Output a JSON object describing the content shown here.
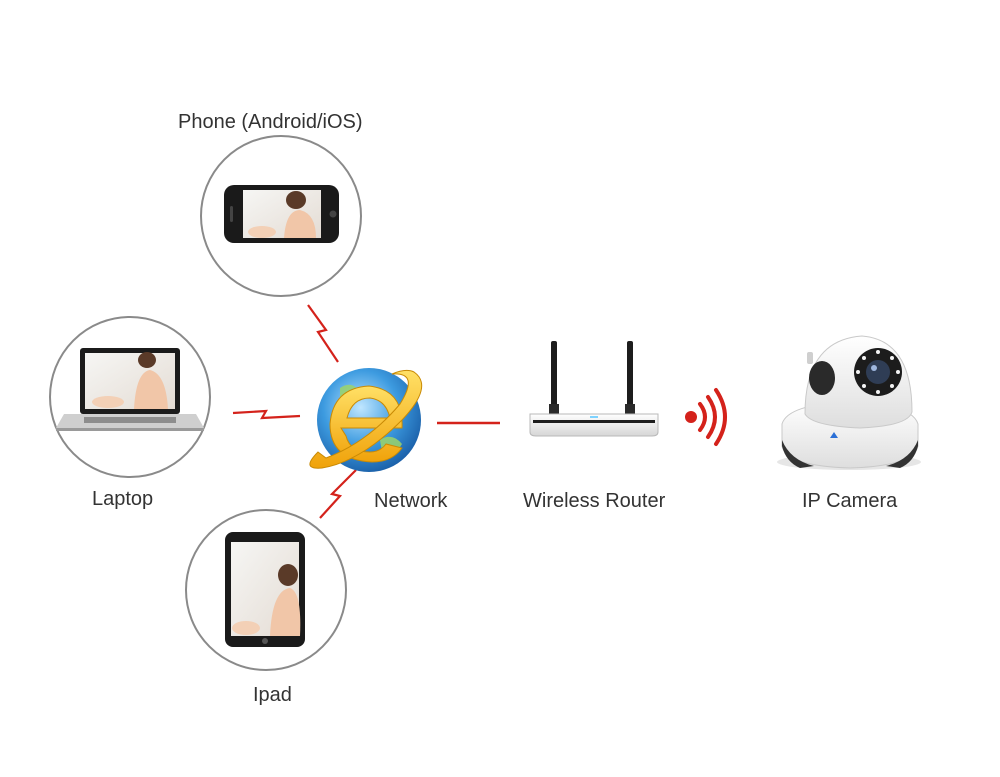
{
  "labels": {
    "phone": "Phone (Android/iOS)",
    "laptop": "Laptop",
    "ipad": "Ipad",
    "network": "Network",
    "router": "Wireless Router",
    "camera": "IP Camera"
  },
  "icons": {
    "network": "internet-explorer-icon",
    "router": "wireless-router-icon",
    "camera": "ip-camera-icon",
    "signal": "wifi-signal-icon"
  },
  "colors": {
    "signal": "#d4221b",
    "circle_stroke": "#8a8a8a",
    "label_text": "#333333"
  }
}
